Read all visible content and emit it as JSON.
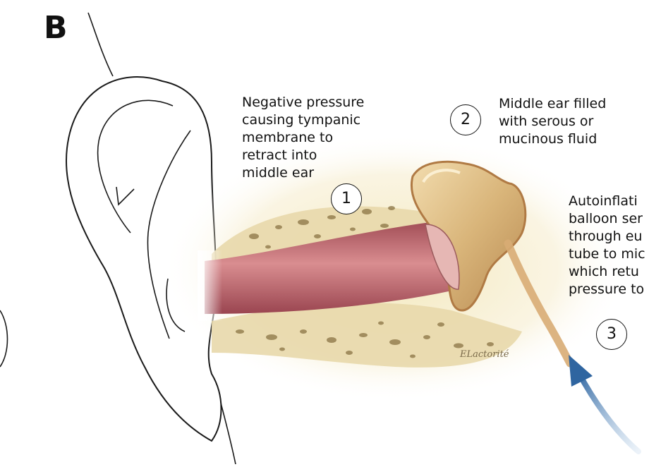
{
  "figure": {
    "panel_letter": "B",
    "signature": "ELactorité",
    "labels": [
      {
        "number": "1",
        "text": "Negative pressure\ncausing tympanic\nmembrane to\nretract into\nmiddle ear"
      },
      {
        "number": "2",
        "text": "Middle ear filled\nwith serous or\nmucinous fluid"
      },
      {
        "number": "3",
        "text": "Autoinflati\nballoon ser\nthrough eu\ntube to mic\nwhich retu\npressure to"
      }
    ]
  },
  "colors": {
    "bone": "#e6d6a8",
    "bone_pore": "#8a7444",
    "canal": "#c46d73",
    "middle_ear_fluid": "#d9b57a",
    "eustachian_tube": "#e0b884",
    "arrow": "#3a6fa6",
    "outline": "#1a1a1a"
  }
}
